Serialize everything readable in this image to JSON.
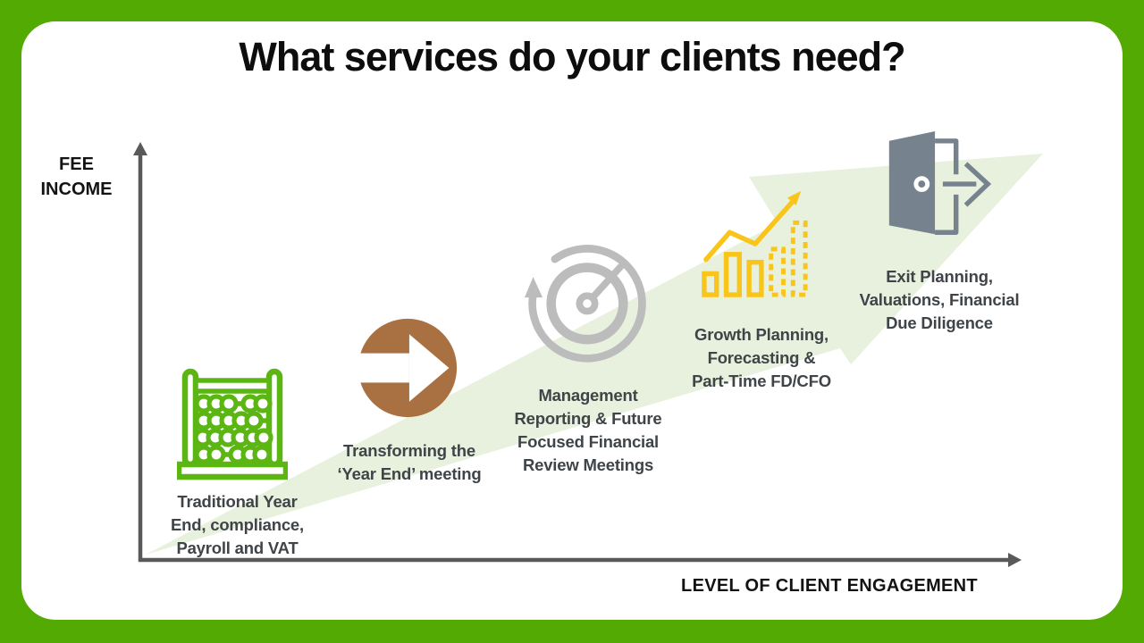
{
  "title": "What services do your clients need?",
  "axes": {
    "y_label": "FEE\nINCOME",
    "x_label": "LEVEL OF CLIENT ENGAGEMENT"
  },
  "stages": [
    {
      "icon": "abacus-icon",
      "label": "Traditional Year\nEnd, compliance,\nPayroll and VAT"
    },
    {
      "icon": "arrow-circle-icon",
      "label": "Transforming the\n‘Year End’ meeting"
    },
    {
      "icon": "gauge-refresh-icon",
      "label": "Management\nReporting & Future\nFocused Financial\nReview Meetings"
    },
    {
      "icon": "growth-chart-icon",
      "label": "Growth Planning,\nForecasting &\nPart-Time FD/CFO"
    },
    {
      "icon": "exit-door-icon",
      "label": "Exit Planning,\nValuations, Financial\nDue Diligence"
    }
  ],
  "colors": {
    "frame_green": "#53AA02",
    "arrow_band_green": "#E8F1DD",
    "axis_gray": "#58595B",
    "label_dark": "#3F4448",
    "abacus_green": "#5BB513",
    "transform_brown": "#A97142",
    "gauge_gray": "#BCBCBC",
    "chart_yellow": "#F9C51A",
    "door_slate": "#76838E"
  }
}
